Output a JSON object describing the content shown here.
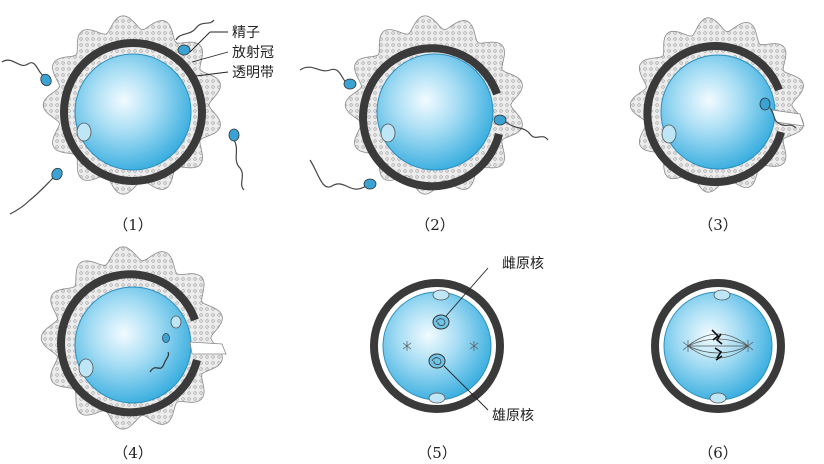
{
  "labels": {
    "sperm": "精子",
    "corona_radiata": "放射冠",
    "zona_pellucida": "透明带",
    "female_pronucleus": "雌原核",
    "male_pronucleus": "雄原核"
  },
  "captions": [
    "（1）",
    "（2）",
    "（3）",
    "（4）",
    "（5）",
    "（6）"
  ],
  "colors": {
    "egg_light": "#eaf7fd",
    "egg_mid": "#8fd3f0",
    "egg_dark": "#3fb0df",
    "zona": "#3a3a3a",
    "corona": "#e9e9e9",
    "sperm_head": "#3aa3d4"
  }
}
